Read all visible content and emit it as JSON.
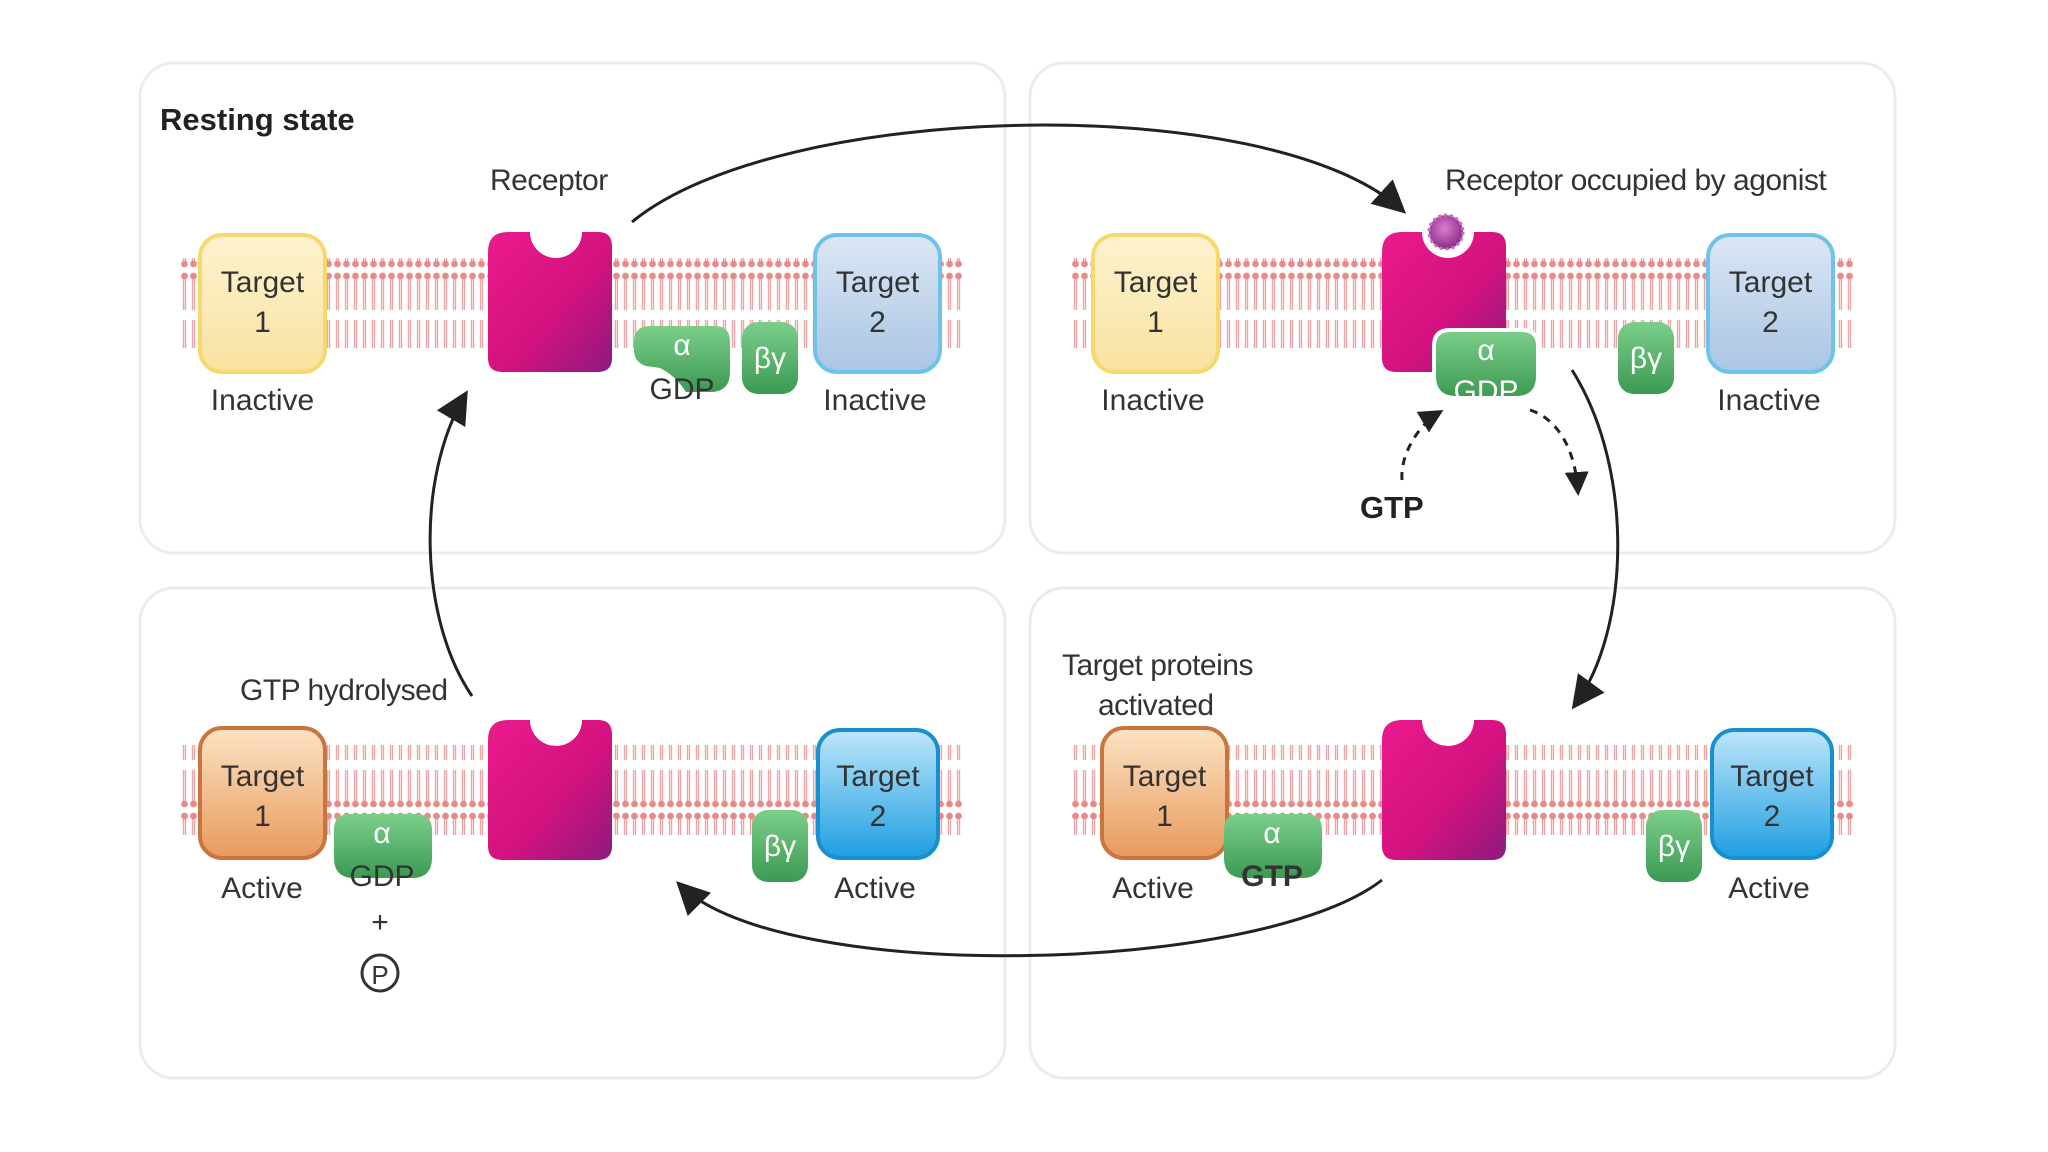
{
  "panels": {
    "top_left": {
      "title": "Resting state",
      "receptor_label": "Receptor",
      "target1": {
        "name": "Target",
        "num": "1",
        "state": "Inactive"
      },
      "target2": {
        "name": "Target",
        "num": "2",
        "state": "Inactive"
      },
      "alpha": "α",
      "alpha_nucleotide": "GDP",
      "betagamma": "βγ"
    },
    "top_right": {
      "receptor_label": "Receptor occupied by agonist",
      "target1": {
        "name": "Target",
        "num": "1",
        "state": "Inactive"
      },
      "target2": {
        "name": "Target",
        "num": "2",
        "state": "Inactive"
      },
      "alpha": "α",
      "alpha_nucleotide": "GDP",
      "betagamma": "βγ",
      "incoming": "GTP"
    },
    "bottom_right": {
      "caption_line1": "Target proteins",
      "caption_line2": "activated",
      "target1": {
        "name": "Target",
        "num": "1",
        "state": "Active"
      },
      "target2": {
        "name": "Target",
        "num": "2",
        "state": "Active"
      },
      "alpha": "α",
      "alpha_nucleotide": "GTP",
      "betagamma": "βγ"
    },
    "bottom_left": {
      "caption": "GTP hydrolysed",
      "target1": {
        "name": "Target",
        "num": "1",
        "state": "Active"
      },
      "target2": {
        "name": "Target",
        "num": "2",
        "state": "Active"
      },
      "alpha": "α",
      "alpha_nucleotide": "GDP",
      "betagamma": "βγ",
      "plus": "+",
      "phosphate": "P"
    }
  },
  "colors": {
    "receptor": "#d4127f",
    "g_protein": "#4caf63",
    "target1_inactive": "#fbe9b0",
    "target1_active": "#f2b27a",
    "target2_inactive": "#bcd3ea",
    "target2_active": "#3fb1e6",
    "membrane": "#ec9a9a",
    "agonist": "#a9369b"
  }
}
